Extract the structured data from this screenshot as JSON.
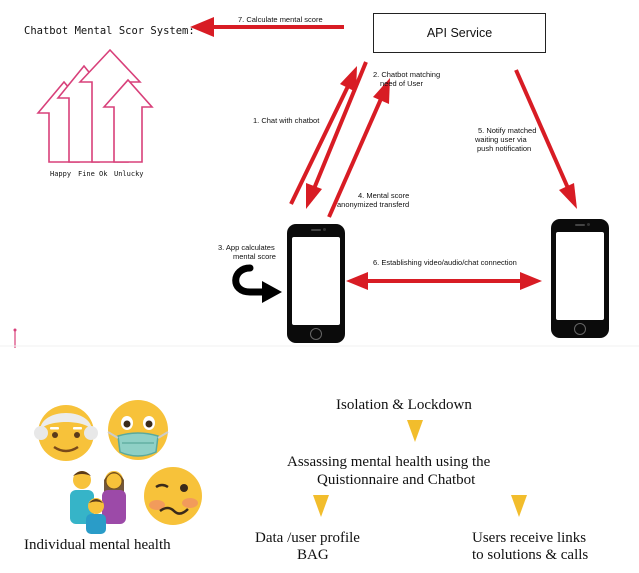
{
  "top_diagram": {
    "title": "Chatbot Mental Scor System:",
    "api_service": "API Service",
    "mood_labels": [
      "Happy",
      "Fine",
      "Ok",
      "Unlucky"
    ],
    "step_labels": {
      "s1": "1. Chat with chatbot",
      "s2a": "2. Chatbot matching",
      "s2b": "need of User",
      "s3a": "3. App calculates",
      "s3b": "mental score",
      "s4a": "4. Mental score",
      "s4b": "anonymized transferd",
      "s5a": "5. Notify matched",
      "s5b": "waiting user via",
      "s5c": "push notification",
      "s6": "6. Establishing video/audio/chat connection",
      "s7": "7. Calculate mental score"
    },
    "colors": {
      "arrow": "#d81c24",
      "mood_outline": "#d8407a",
      "phone": "#0b0b0b"
    }
  },
  "bottom_diagram": {
    "individual_label": "Individual mental health",
    "emojis": [
      "older-man-emoji",
      "face-with-medical-mask-emoji",
      "family-emoji",
      "woozy-face-emoji"
    ],
    "flow": {
      "step1": "Isolation & Lockdown",
      "step2a": "Assassing mental health using the",
      "step2b": "Quistionnaire and Chatbot",
      "left_a": "Data /user profile",
      "left_b": "BAG",
      "right_a": "Users receive links",
      "right_b": "to solutions & calls"
    },
    "colors": {
      "flow_arrow": "#f2bd2c"
    }
  }
}
